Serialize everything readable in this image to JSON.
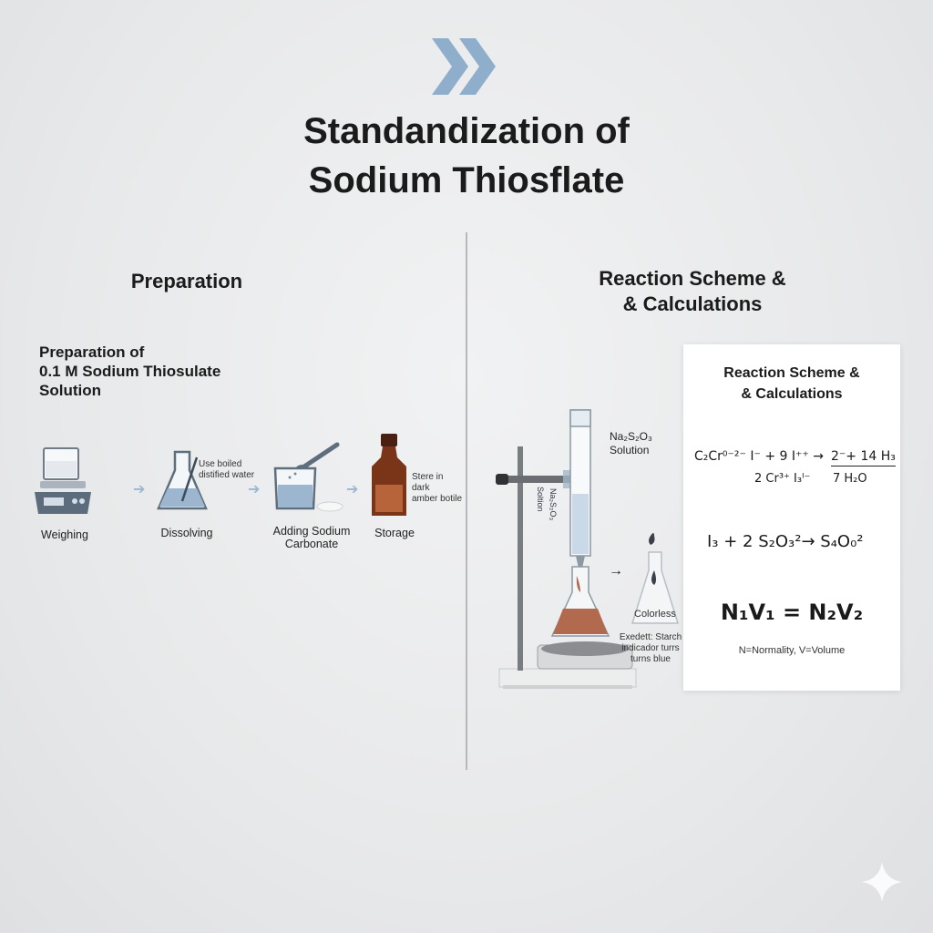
{
  "title": {
    "line1": "Standandization of",
    "line2": "Sodium Thiosflate"
  },
  "preparation": {
    "heading": "Preparation",
    "subheading": [
      "Preparation of",
      "0.1 M Sodium Thiosulate",
      "Solution"
    ],
    "steps": [
      {
        "label": "Weighing",
        "icon": "balance-icon"
      },
      {
        "label": "Dissolving",
        "icon": "flask-icon",
        "note": [
          "Use boiled",
          "distified water"
        ]
      },
      {
        "label": [
          "Adding Sodium",
          "Carbonate"
        ],
        "icon": "beaker-spatula-icon"
      },
      {
        "label": "Storage",
        "icon": "amber-bottle-icon",
        "note": [
          "Stere in",
          "dark",
          "amber botile"
        ]
      }
    ],
    "arrow_icon": "arrow-right-icon"
  },
  "reaction": {
    "heading": [
      "Reaction Scheme &",
      "& Calculations"
    ],
    "apparatus": {
      "burette_label": [
        "Na₂S₂O₃",
        "Solution"
      ],
      "burette_text": [
        "Soltion",
        "Na₂S₂O₃"
      ],
      "end_label": "Colorless",
      "endpoint_note": [
        "Exedett: Starch",
        "indicador turrs",
        "turns blue"
      ]
    },
    "card": {
      "heading": [
        "Reaction Scheme &",
        "& Calculations"
      ],
      "eq1_left": "C₂Cr⁰⁻²⁻   I⁻ + 9 I⁺⁺ →",
      "eq1_right": "2⁻+ 14 H₃",
      "eq1_left2": "2 Cr³⁺  I₃ᴵ⁻",
      "eq1_right2": "7 H₂O",
      "eq2": "I₃ + 2 S₂O₃²→ S₄O₀²",
      "eq3": "N₁V₁ = N₂V₂",
      "legend": "N=Normality, V=Volume"
    }
  },
  "colors": {
    "accent": "#8eaecb",
    "amber": "#6b2e18",
    "solution": "#b26a4f"
  }
}
